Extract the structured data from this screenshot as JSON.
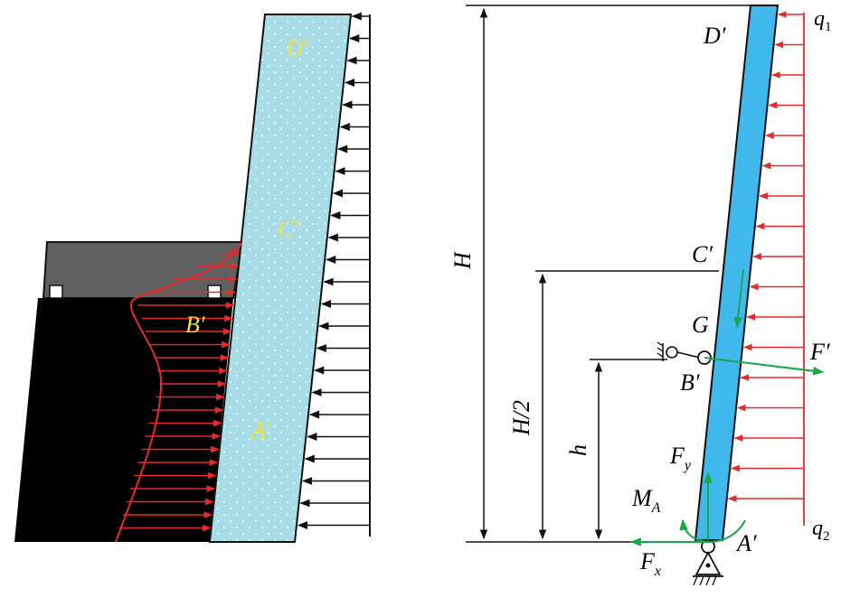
{
  "colors": {
    "wall_fill": "#a8dde8",
    "wall_dots": "#e6f6fa",
    "beam_fill": "#41b8ec",
    "soil": "#000000",
    "slab": "#5f5f5f",
    "pressure_red": "#e52a2a",
    "reaction_green": "#1aa64a",
    "label_yellow": "#f2e23a",
    "line": "#111111"
  },
  "left_panel": {
    "points": {
      "top": "D′",
      "middle": "C′",
      "anchor": "B′",
      "bottom": "A′"
    }
  },
  "right_panel": {
    "points": {
      "top": "D′",
      "middle": "C′",
      "center": "G",
      "anchor": "B′",
      "bottom": "A′"
    },
    "loads": {
      "top": "q",
      "top_sub": "1",
      "bottom": "q",
      "bottom_sub": "2"
    },
    "forces": {
      "anchor": "F′",
      "vertical": "F",
      "vertical_sub": "y",
      "horizontal": "F",
      "horizontal_sub": "x",
      "moment": "M",
      "moment_sub": "A"
    },
    "dims": {
      "full": "H",
      "half": "H/2",
      "anchor_height": "h"
    }
  }
}
